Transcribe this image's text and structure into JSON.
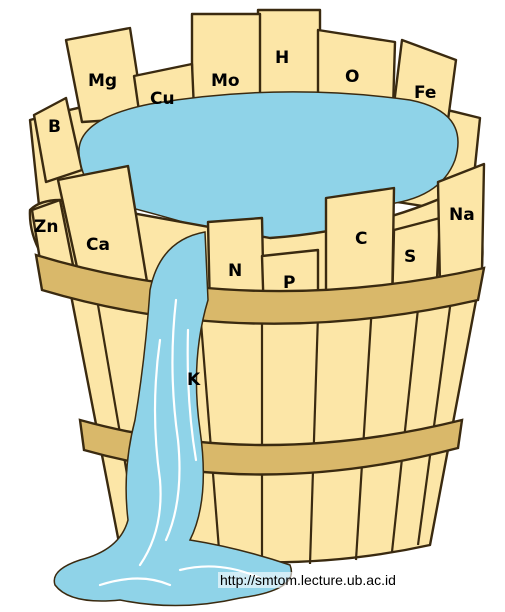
{
  "diagram": {
    "elements": [
      {
        "key": "h",
        "label": "H"
      },
      {
        "key": "mo",
        "label": "Mo"
      },
      {
        "key": "o",
        "label": "O"
      },
      {
        "key": "mg",
        "label": "Mg"
      },
      {
        "key": "cu",
        "label": "Cu"
      },
      {
        "key": "fe",
        "label": "Fe"
      },
      {
        "key": "b",
        "label": "B"
      },
      {
        "key": "na",
        "label": "Na"
      },
      {
        "key": "zn",
        "label": "Zn"
      },
      {
        "key": "ca",
        "label": "Ca"
      },
      {
        "key": "c",
        "label": "C"
      },
      {
        "key": "n",
        "label": "N"
      },
      {
        "key": "p",
        "label": "P"
      },
      {
        "key": "s",
        "label": "S"
      },
      {
        "key": "k",
        "label": "K"
      }
    ],
    "source_url": "http://smtom.lecture.ub.ac.id"
  },
  "colors": {
    "wood": "#FCE6A7",
    "outline": "#3A2A10",
    "hoop": "#D9B86A",
    "water": "#8FD3E8",
    "water_lines": "#FFFFFF"
  }
}
